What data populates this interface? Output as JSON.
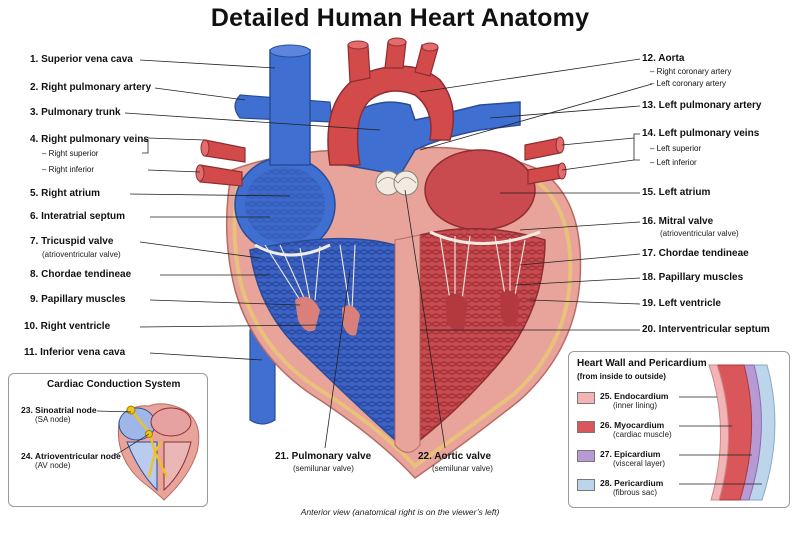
{
  "title": "Detailed Human Heart Anatomy",
  "labels": {
    "l1": "1.  Superior vena cava",
    "l2": "2.  Right pulmonary artery",
    "l3": "3.  Pulmonary trunk",
    "l4": "4.  Right pulmonary veins",
    "l4a": "–  Right superior",
    "l4b": "–  Right inferior",
    "l5": "5.  Right atrium",
    "l6": "6.  Interatrial septum",
    "l7": "7.  Tricuspid valve",
    "l7s": "(atrioventricular valve)",
    "l8": "8.  Chordae tendineae",
    "l9": "9.  Papillary muscles",
    "l10": "10.  Right ventricle",
    "l11": "11.  Inferior vena cava",
    "l12": "12.  Aorta",
    "l12a": "–  Right coronary artery",
    "l12b": "–  Left coronary artery",
    "l13": "13.  Left pulmonary artery",
    "l14": "14.  Left pulmonary veins",
    "l14a": "–  Left superior",
    "l14b": "–  Left inferior",
    "l15": "15.  Left atrium",
    "l16": "16.  Mitral valve",
    "l16s": "(atrioventricular valve)",
    "l17": "17.  Chordae tendineae",
    "l18": "18.  Papillary muscles",
    "l19": "19.  Left ventricle",
    "l20": "20.  Interventricular septum",
    "l21": "21.  Pulmonary valve",
    "l21s": "(semilunar valve)",
    "l22": "22.  Aortic valve",
    "l22s": "(semilunar valve)"
  },
  "conduction": {
    "title": "Cardiac Conduction System",
    "l23": "23.  Sinoatrial node",
    "l23s": "(SA node)",
    "l24": "24.  Atrioventricular node",
    "l24s": "(AV node)"
  },
  "wall": {
    "title": "Heart Wall and Pericardium",
    "subtitle": "(from inside to outside)",
    "layers": [
      {
        "label": "25.  Endocardium",
        "note": "(inner lining)",
        "color": "#f2b4b4"
      },
      {
        "label": "26.  Myocardium",
        "note": "(cardiac muscle)",
        "color": "#d9575a"
      },
      {
        "label": "27.  Epicardium",
        "note": "(visceral layer)",
        "color": "#b79ad3"
      },
      {
        "label": "28.  Pericardium",
        "note": "(fibrous sac)",
        "color": "#bcd5ea"
      }
    ]
  },
  "caption": "Anterior view (anatomical right is on the viewer’s left)",
  "colors": {
    "oxygenated": "#d24a4a",
    "deoxygenated": "#3f6fd0",
    "muscle": "#e8a39a",
    "fat": "#e9c873",
    "valve": "#f1ece2"
  }
}
